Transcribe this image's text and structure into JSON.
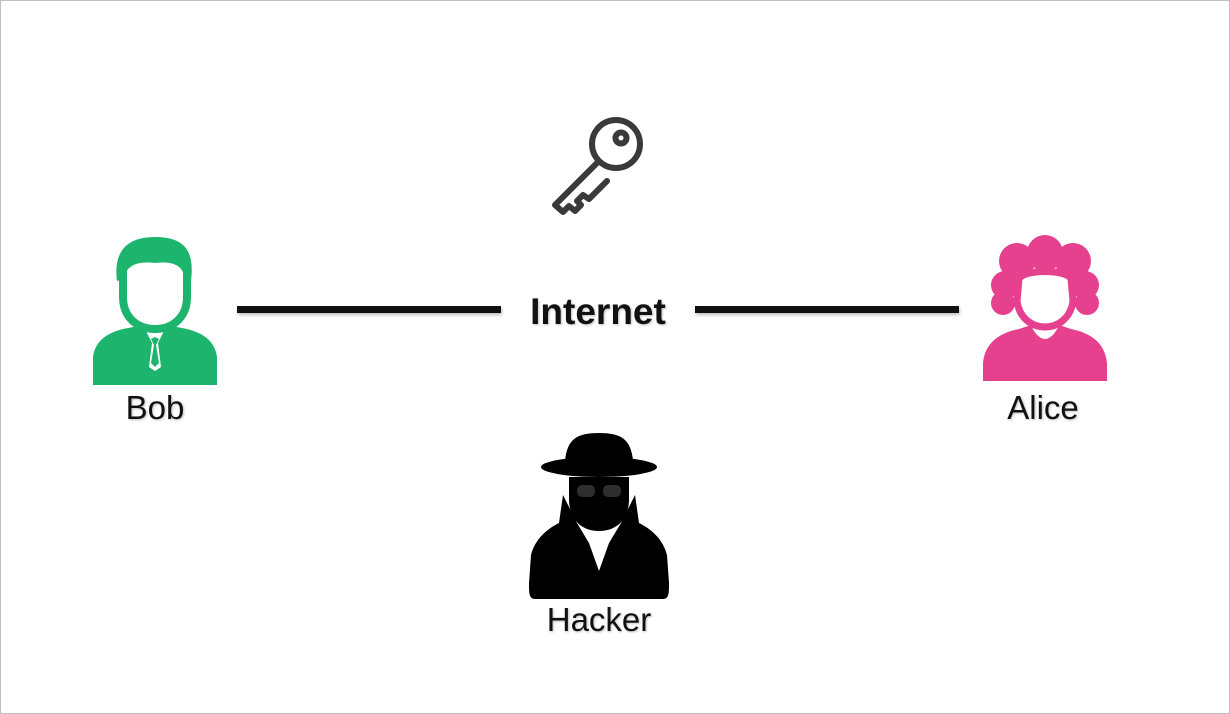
{
  "diagram": {
    "bob": {
      "label": "Bob",
      "color": "#1db56d"
    },
    "alice": {
      "label": "Alice",
      "color": "#e6418e"
    },
    "internet": {
      "label": "Internet"
    },
    "hacker": {
      "label": "Hacker",
      "color": "#000000"
    },
    "key": {
      "icon": "key-icon",
      "color": "#3a3a3a"
    }
  }
}
